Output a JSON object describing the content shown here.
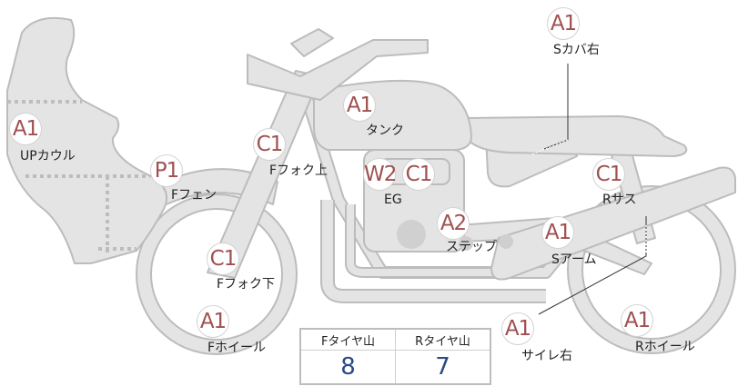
{
  "colors": {
    "body_fill": "#e4e4e4",
    "body_stroke": "#bcbcbc",
    "grade_text": "#a05050",
    "tread_value": "#2a4a86"
  },
  "parts": [
    {
      "id": "up-cowl",
      "grade": "A1",
      "label": "UPカウル"
    },
    {
      "id": "f-fender",
      "grade": "P1",
      "label": "Fフェン"
    },
    {
      "id": "f-fork-upper",
      "grade": "C1",
      "label": "Fフォク上"
    },
    {
      "id": "f-fork-lower",
      "grade": "C1",
      "label": "Fフォク下"
    },
    {
      "id": "f-wheel",
      "grade": "A1",
      "label": "Fホイール"
    },
    {
      "id": "tank",
      "grade": "A1",
      "label": "タンク"
    },
    {
      "id": "engine",
      "grade": "W2",
      "grade2": "C1",
      "label": "EG"
    },
    {
      "id": "step",
      "grade": "A2",
      "label": "ステップ"
    },
    {
      "id": "s-arm",
      "grade": "A1",
      "label": "Sアーム"
    },
    {
      "id": "r-sus",
      "grade": "C1",
      "label": "Rサス"
    },
    {
      "id": "s-cover-right",
      "grade": "A1",
      "label": "Sカバ右"
    },
    {
      "id": "silencer-right",
      "grade": "A1",
      "label": "サイレ右"
    },
    {
      "id": "r-wheel",
      "grade": "A1",
      "label": "Rホイール"
    }
  ],
  "tread": {
    "front_label": "Fタイヤ山",
    "rear_label": "Rタイヤ山",
    "front_value": "8",
    "rear_value": "7"
  }
}
